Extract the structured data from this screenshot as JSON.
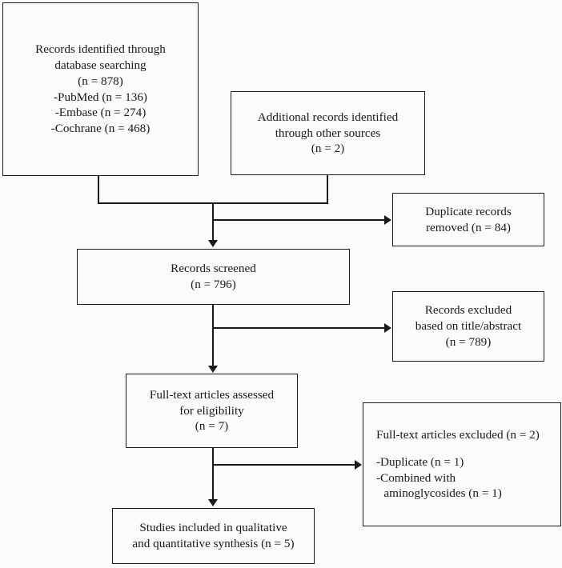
{
  "diagram": {
    "title": "PRISMA study selection flow diagram",
    "background_color": "#fbfbfa",
    "line_color": "#1a1a1a",
    "nodes": {
      "records_identified": {
        "lines": [
          "Records identified through",
          "database searching",
          "(n = 878)",
          "-PubMed (n = 136)",
          "-Embase (n = 274)",
          "-Cochrane (n = 468)"
        ]
      },
      "additional_records": {
        "lines": [
          "Additional records identified",
          "through other sources",
          "(n = 2)"
        ]
      },
      "duplicates_removed": {
        "lines": [
          "Duplicate records",
          "removed (n = 84)"
        ]
      },
      "records_screened": {
        "lines": [
          "Records screened",
          "(n = 796)"
        ]
      },
      "records_excluded": {
        "lines": [
          "Records excluded",
          "based on title/abstract",
          "(n = 789)"
        ]
      },
      "fulltext_assessed": {
        "lines": [
          "Full-text articles assessed",
          "for eligibility",
          "(n = 7)"
        ]
      },
      "fulltext_excluded": {
        "lines": [
          "Full-text articles excluded (n = 2)",
          "",
          "-Duplicate (n = 1)",
          "-Combined with",
          "aminoglycosides (n = 1)"
        ]
      },
      "studies_included": {
        "lines": [
          "Studies included in qualitative",
          "and quantitative synthesis (n = 5)"
        ]
      }
    }
  }
}
